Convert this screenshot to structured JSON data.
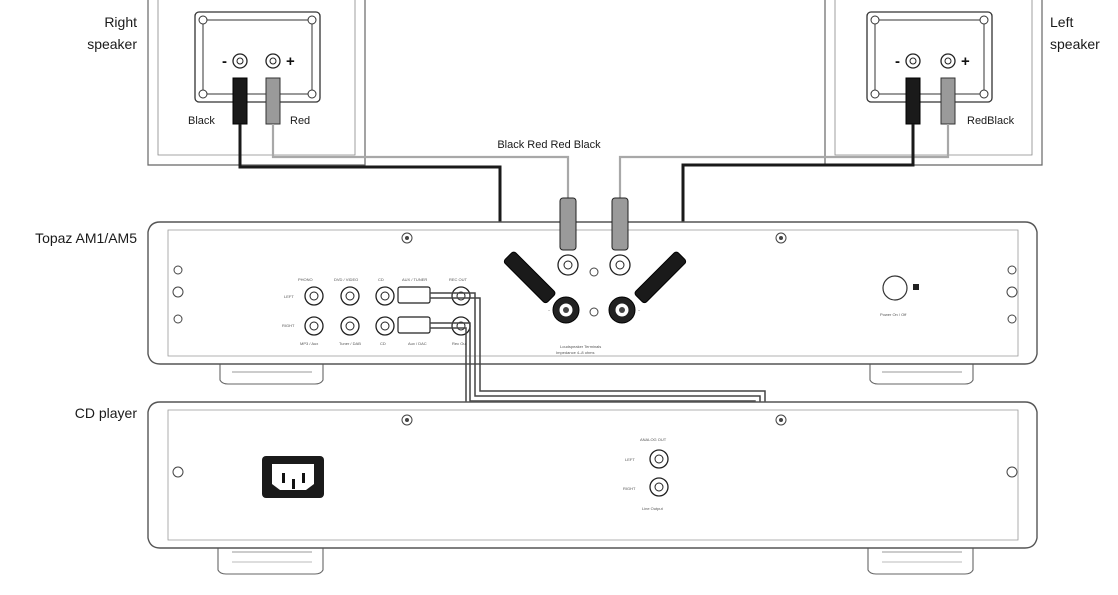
{
  "labels": {
    "right_speaker_line1": "Right",
    "right_speaker_line2": "speaker",
    "left_speaker_line1": "Left",
    "left_speaker_line2": "speaker",
    "right_black": "Black",
    "right_red": "Red",
    "left_redblack": "RedBlack",
    "cable_colors": "Black Red Red Black",
    "amplifier": "Topaz AM1/AM5",
    "cd_player": "CD player",
    "minus": "-",
    "plus": "+"
  },
  "colors": {
    "outline": "#555555",
    "black_cable": "#1a1a1a",
    "red_cable": "#9a9a9a",
    "chassis": "#ffffff"
  },
  "icons": {
    "speaker_terminal": "speaker-terminal-icon",
    "rca_jack": "rca-jack-icon",
    "screw": "screw-icon",
    "power_inlet": "iec-power-inlet-icon"
  }
}
